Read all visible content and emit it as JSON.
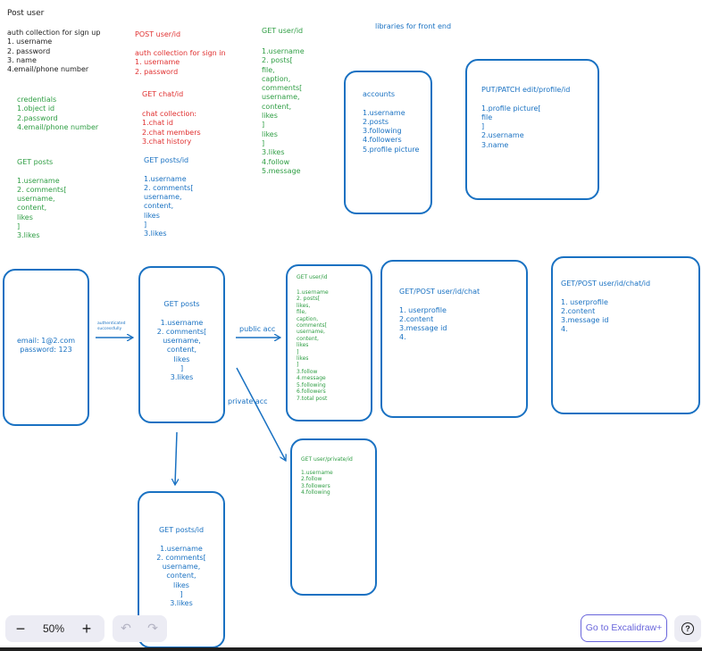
{
  "canvas": {
    "title_post_user": "Post user",
    "auth_signup": [
      "auth collection for sign up",
      "1. username",
      "2. password",
      "3. name",
      "4.email/phone number"
    ],
    "post_user_id": "POST user/id",
    "auth_signin": [
      "auth collection for sign in",
      "1. username",
      "2. password"
    ],
    "get_user_id_header": "GET user/id",
    "get_user_id_fields": [
      "1.username",
      "2. posts[",
      "file,",
      "caption,",
      "comments[",
      "username,",
      "content,",
      "likes",
      "]",
      "likes",
      "]",
      "3.likes",
      "4.follow",
      "5.message"
    ],
    "libraries_label": "libraries for front end",
    "credentials": [
      "credentials",
      "1.object id",
      "2.password",
      "4.email/phone number"
    ],
    "get_chat_id": "GET chat/id",
    "chat_collection": [
      "chat collection:",
      "1.chat id",
      "2.chat members",
      "3.chat history"
    ],
    "get_posts_left": [
      "GET posts",
      "",
      "1.username",
      "2. comments[",
      "username,",
      "content,",
      "likes",
      "]",
      "3.likes"
    ],
    "get_posts_id_mid": [
      "GET posts/id",
      "",
      "1.username",
      "2. comments[",
      "username,",
      "content,",
      "likes",
      "]",
      "3.likes"
    ],
    "accounts_box": [
      "accounts",
      "",
      "1.username",
      "2.posts",
      "3.following",
      "4.followers",
      "5.profile picture"
    ],
    "put_patch_box": [
      "PUT/PATCH edit/profile/id",
      "",
      "1.profile picture[",
      "file",
      "]",
      "2.username",
      "3.name"
    ],
    "login_box": [
      "email: 1@2.com",
      "password: 123"
    ],
    "auth_arrow_label": [
      "authenticated",
      "successfully"
    ],
    "get_posts_center": [
      "GET posts",
      "",
      "1.username",
      "2. comments[",
      "username,",
      "content,",
      "likes",
      "]",
      "3.likes"
    ],
    "public_acc": "public acc",
    "private_acc": "private acc",
    "get_user_id_box_header": "GET user/id",
    "get_user_id_box_fields": [
      "1.username",
      "2. posts[",
      "likes,",
      "file,",
      "caption,",
      "comments[",
      "username,",
      "content,",
      "likes",
      "]",
      "likes",
      "]",
      "3.follow",
      "4.message",
      "5.following",
      "6.followers",
      "7.total post"
    ],
    "get_post_chat": [
      "GET/POST user/id/chat",
      "",
      "1. userprofile",
      "2.content",
      "3.message id",
      "4."
    ],
    "get_post_chat_id": [
      "GET/POST user/id/chat/id",
      "",
      "1. userprofile",
      "2.content",
      "3.message id",
      "4."
    ],
    "private_box": [
      "GET user/private/id",
      "",
      "1.username",
      "2.follow",
      "3.followers",
      "4.following"
    ],
    "get_posts_id_bottom": [
      "GET posts/id",
      "",
      "1.username",
      "2. comments[",
      "username,",
      "content,",
      "likes",
      "]",
      "3.likes"
    ]
  },
  "toolbar": {
    "zoom_out": "−",
    "zoom_level": "50%",
    "zoom_in": "+",
    "undo": "↶",
    "redo": "↷",
    "excalidraw_plus": "Go to Excalidraw+",
    "help": "?"
  },
  "colors": {
    "black_text": "#1e1e1e",
    "red_text": "#e03131",
    "green_text": "#2f9e44",
    "blue_stroke": "#1971c2",
    "accent": "#6965db"
  }
}
